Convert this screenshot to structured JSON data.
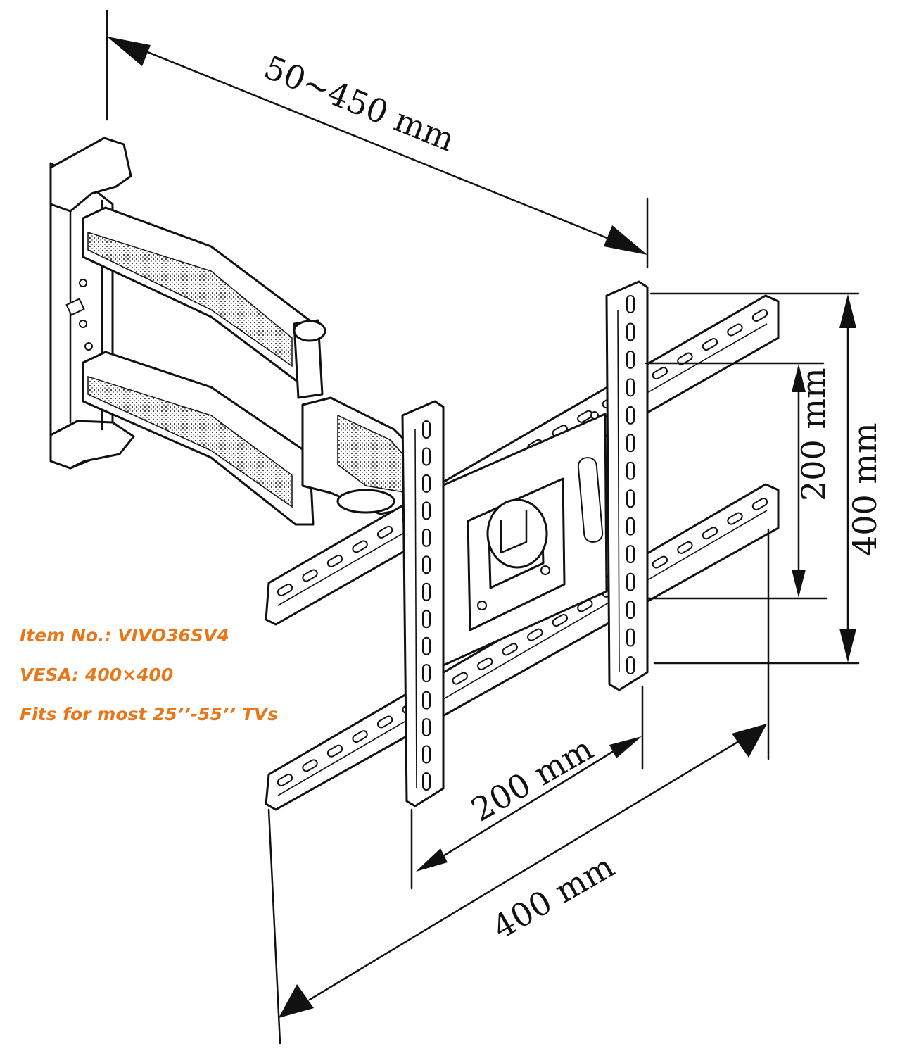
{
  "dimensions": {
    "arm_extension": "50~450 mm",
    "vesa_horizontal_inner": "200 mm",
    "vesa_horizontal_outer": "400 mm",
    "vesa_vertical_inner": "200 mm",
    "vesa_vertical_outer": "400 mm"
  },
  "specs": {
    "item_no": "Item No.: VIVO36SV4",
    "vesa": "VESA: 400×400",
    "fits": "Fits for most 25’’-55’’ TVs"
  },
  "colors": {
    "spec_text": "#e8771a",
    "line": "#111111",
    "background": "#ffffff"
  }
}
